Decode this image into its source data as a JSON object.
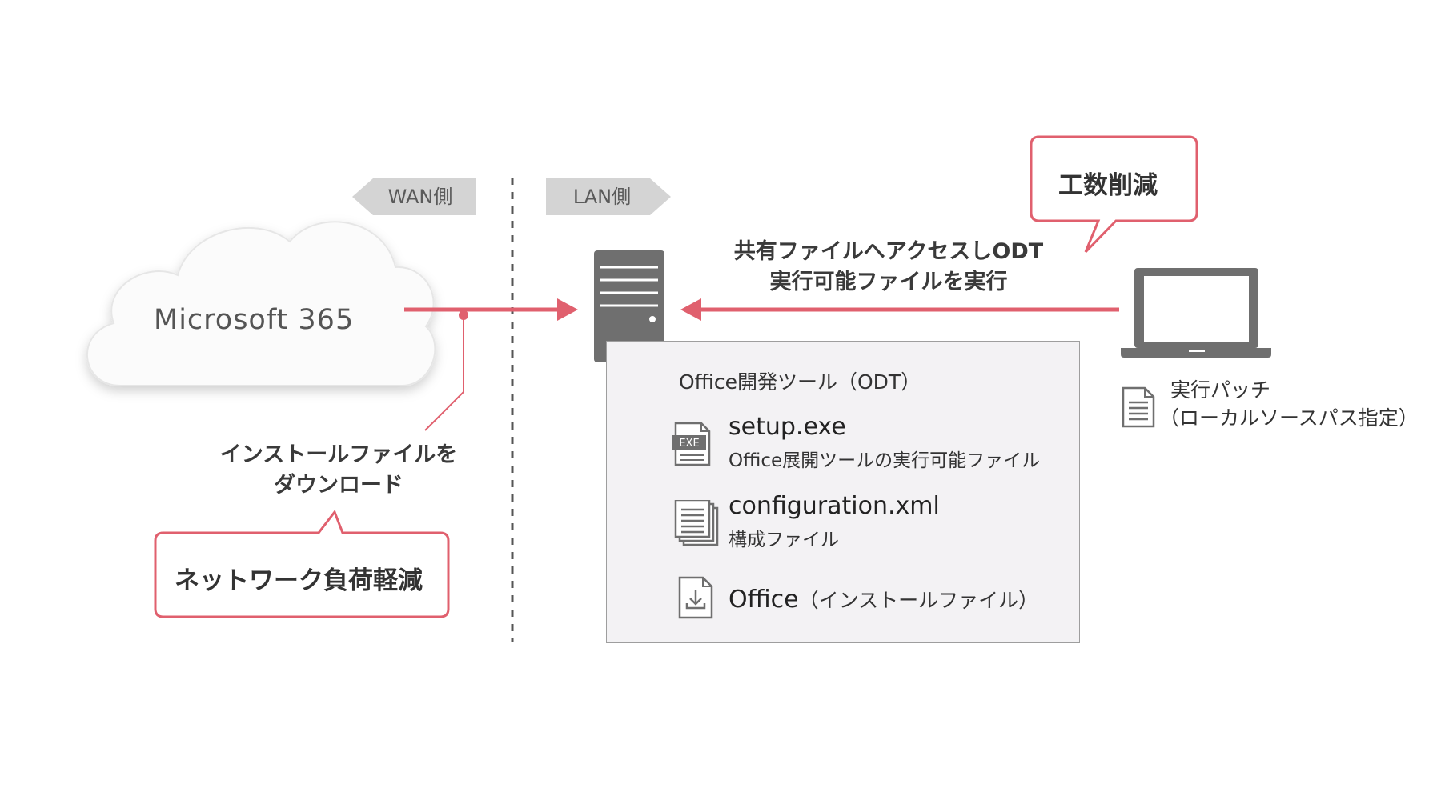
{
  "zones": {
    "wan": "WAN側",
    "lan": "LAN側"
  },
  "cloud": {
    "label": "Microsoft 365"
  },
  "download_note": {
    "line1": "インストールファイルを",
    "line2": "ダウンロード"
  },
  "callouts": {
    "network": "ネットワーク負荷軽減",
    "effort": "工数削減"
  },
  "access_note": {
    "line1": "共有ファイルへアクセスしODT",
    "line2": "実行可能ファイルを実行"
  },
  "odt_panel": {
    "title": "Office開発ツール（ODT）",
    "files": [
      {
        "name": "setup.exe",
        "desc": "Office展開ツールの実行可能ファイル",
        "icon": "exe-file-icon",
        "icon_text": "EXE"
      },
      {
        "name": "configuration.xml",
        "desc": "構成ファイル",
        "icon": "config-file-icon"
      },
      {
        "name": "Office",
        "suffix": "（インストールファイル）",
        "icon": "download-file-icon"
      }
    ]
  },
  "patch": {
    "line1": "実行パッチ",
    "line2": "（ローカルソースパス指定）"
  },
  "colors": {
    "accent": "#e0606e",
    "device": "#6f6f6f",
    "tag_bg": "#d4d4d4",
    "panel_bg": "#f3f2f4"
  }
}
